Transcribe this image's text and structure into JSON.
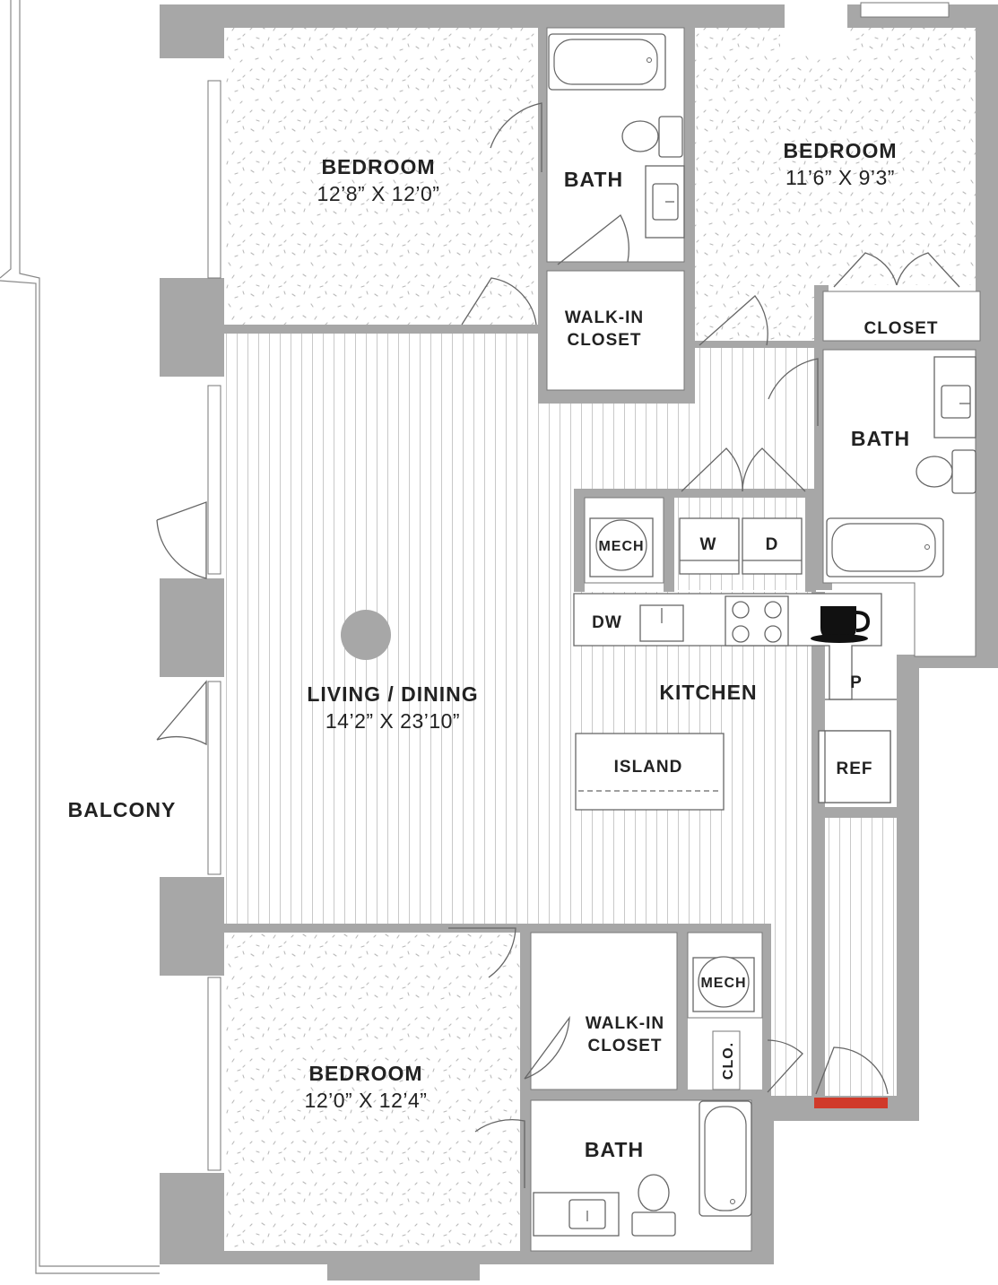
{
  "rooms": {
    "bedroom_top_left": {
      "name": "BEDROOM",
      "dims": "12’8” X 12’0”"
    },
    "bedroom_top_right": {
      "name": "BEDROOM",
      "dims": "11’6” X 9’3”"
    },
    "bedroom_bottom": {
      "name": "BEDROOM",
      "dims": "12’0” X 12’4”"
    },
    "bath_top": {
      "name": "BATH"
    },
    "bath_right": {
      "name": "BATH"
    },
    "bath_bottom": {
      "name": "BATH"
    },
    "walkin_top": {
      "line1": "WALK-IN",
      "line2": "CLOSET"
    },
    "walkin_bottom": {
      "line1": "WALK-IN",
      "line2": "CLOSET"
    },
    "closet_right": {
      "name": "CLOSET"
    },
    "living": {
      "name": "LIVING / DINING",
      "dims": "14’2” X 23’10”"
    },
    "kitchen": {
      "name": "KITCHEN"
    },
    "balcony": {
      "name": "BALCONY"
    }
  },
  "fixtures": {
    "mech_top": "MECH",
    "mech_bottom": "MECH",
    "washer": "W",
    "dryer": "D",
    "dishwasher": "DW",
    "island": "ISLAND",
    "pantry": "P",
    "refrigerator": "REF",
    "closet_small": "CLO."
  },
  "icons": {
    "coffee": "coffee-cup-icon"
  },
  "colors": {
    "wall": "#a7a7a7",
    "entry_marker": "#d03a2a",
    "floor_lines": "#c8c8c8",
    "carpet_speck": "#bdbdbd"
  }
}
